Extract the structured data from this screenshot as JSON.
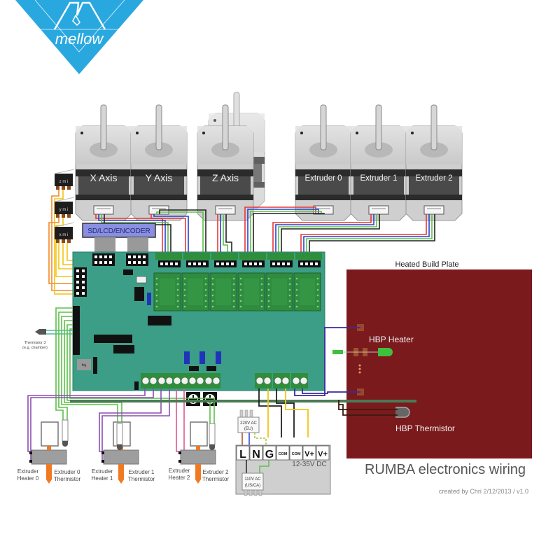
{
  "logo": {
    "brand": "mellow",
    "monogram": "M",
    "color": "#29a8e0"
  },
  "title": "RUMBA electronics wiring",
  "credit": "created by Chri 2/12/2013 / v1.0",
  "motors": [
    {
      "label": "X Axis"
    },
    {
      "label": "Y Axis"
    },
    {
      "label": "Z Axis"
    },
    {
      "label": "Extruder 0"
    },
    {
      "label": "Extruder 1"
    },
    {
      "label": "Extruder 2"
    }
  ],
  "endstops": [
    {
      "label": "z m i"
    },
    {
      "label": "y m i"
    },
    {
      "label": "x m i"
    }
  ],
  "sd_lcd_label": "SD/LCD/ENCODER",
  "thermistor3": {
    "line1": "Thermistor 3",
    "line2": "(e.g. chamber)"
  },
  "build_plate": {
    "title": "Heated Build Plate",
    "heater_label": "HBP  Heater",
    "thermistor_label": "HBP Thermistor",
    "color": "#7b1a1c"
  },
  "hotends": [
    {
      "heater_line1": "Extruder",
      "heater_line2": "Heater 0",
      "therm_line1": "Extruder 0",
      "therm_line2": "Thermistor"
    },
    {
      "heater_line1": "Extruder",
      "heater_line2": "Heater 1",
      "therm_line1": "Extruder 1",
      "therm_line2": "Thermistor"
    },
    {
      "heater_line1": "Extruder",
      "heater_line2": "Heater 2",
      "therm_line1": "Extruder 2",
      "therm_line2": "Thermistor"
    }
  ],
  "psu": {
    "terminals": [
      "L",
      "N",
      "G",
      "COM",
      "COM",
      "V+",
      "V+"
    ],
    "voltage_label": "12-35V DC",
    "plug_eu_line1": "220V AC",
    "plug_eu_line2": "(EU)",
    "plug_us_line1": "110V AC",
    "plug_us_line2": "(US/CA)"
  },
  "colors": {
    "board": "#3c9e86",
    "driver": "#2f8c3e",
    "wire_red": "#e53935",
    "wire_blue": "#2b3fd1",
    "wire_green": "#5cc04a",
    "wire_black": "#222222",
    "wire_orange": "#f08a2a",
    "wire_yellow": "#f2c413",
    "wire_purple": "#8a4fb0",
    "wire_pink": "#e0559a",
    "wire_navy": "#3a2a9a",
    "nozzle": "#ef7a22"
  }
}
